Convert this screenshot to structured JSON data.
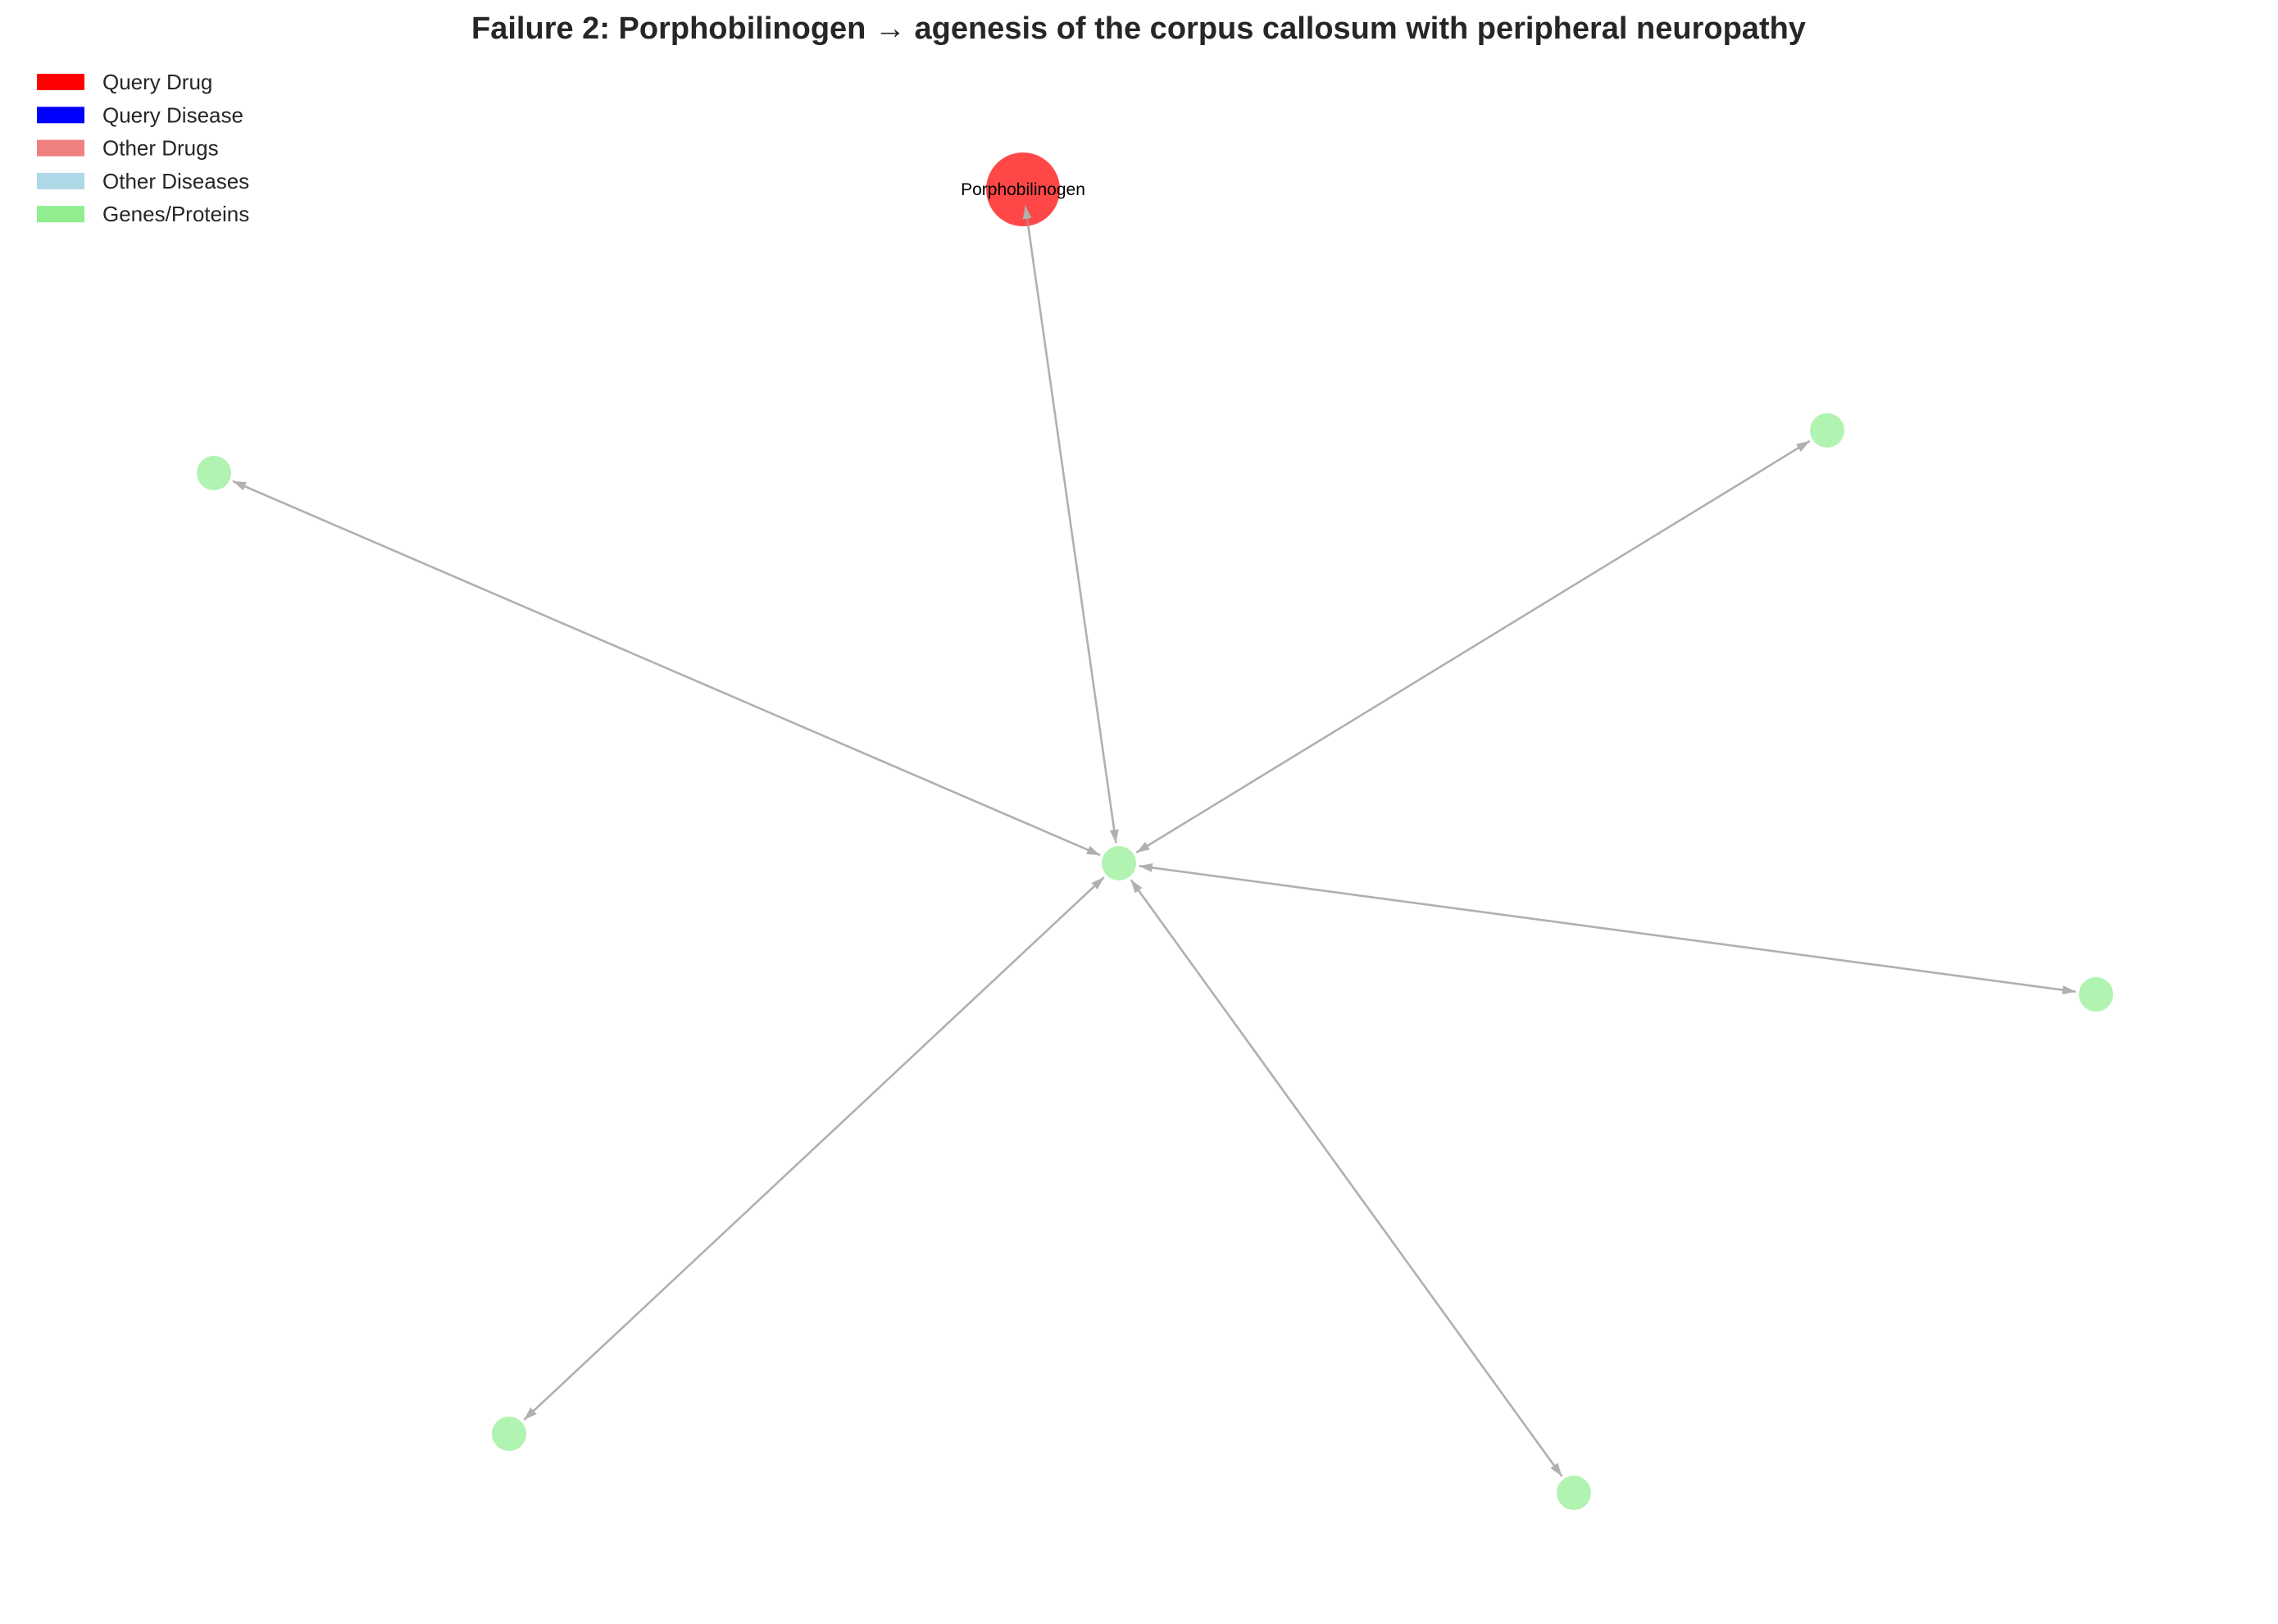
{
  "title": "Failure 2: Porphobilinogen → agenesis of the corpus callosum with peripheral neuropathy",
  "legend": [
    {
      "label": "Query Drug",
      "color": "#ff0000"
    },
    {
      "label": "Query Disease",
      "color": "#0000ff"
    },
    {
      "label": "Other Drugs",
      "color": "#f08080"
    },
    {
      "label": "Other Diseases",
      "color": "#add8e6"
    },
    {
      "label": "Genes/Proteins",
      "color": "#90ee90"
    }
  ],
  "nodes": [
    {
      "id": "porphobilinogen",
      "label": "Porphobilinogen",
      "kind": "query_drug",
      "color": "#ff0000"
    },
    {
      "id": "gene_hub",
      "label": "",
      "kind": "gene",
      "color": "#90ee90"
    },
    {
      "id": "gene_upper_left",
      "label": "",
      "kind": "gene",
      "color": "#90ee90"
    },
    {
      "id": "gene_upper_right",
      "label": "",
      "kind": "gene",
      "color": "#90ee90"
    },
    {
      "id": "gene_right",
      "label": "",
      "kind": "gene",
      "color": "#90ee90"
    },
    {
      "id": "gene_lower_right",
      "label": "",
      "kind": "gene",
      "color": "#90ee90"
    },
    {
      "id": "gene_lower_left",
      "label": "",
      "kind": "gene",
      "color": "#90ee90"
    }
  ],
  "edges": [
    {
      "source": "porphobilinogen",
      "target": "gene_hub",
      "bidirectional": true
    },
    {
      "source": "gene_hub",
      "target": "gene_upper_left",
      "bidirectional": true
    },
    {
      "source": "gene_hub",
      "target": "gene_upper_right",
      "bidirectional": true
    },
    {
      "source": "gene_hub",
      "target": "gene_right",
      "bidirectional": true
    },
    {
      "source": "gene_hub",
      "target": "gene_lower_right",
      "bidirectional": true
    },
    {
      "source": "gene_hub",
      "target": "gene_lower_left",
      "bidirectional": true
    }
  ]
}
